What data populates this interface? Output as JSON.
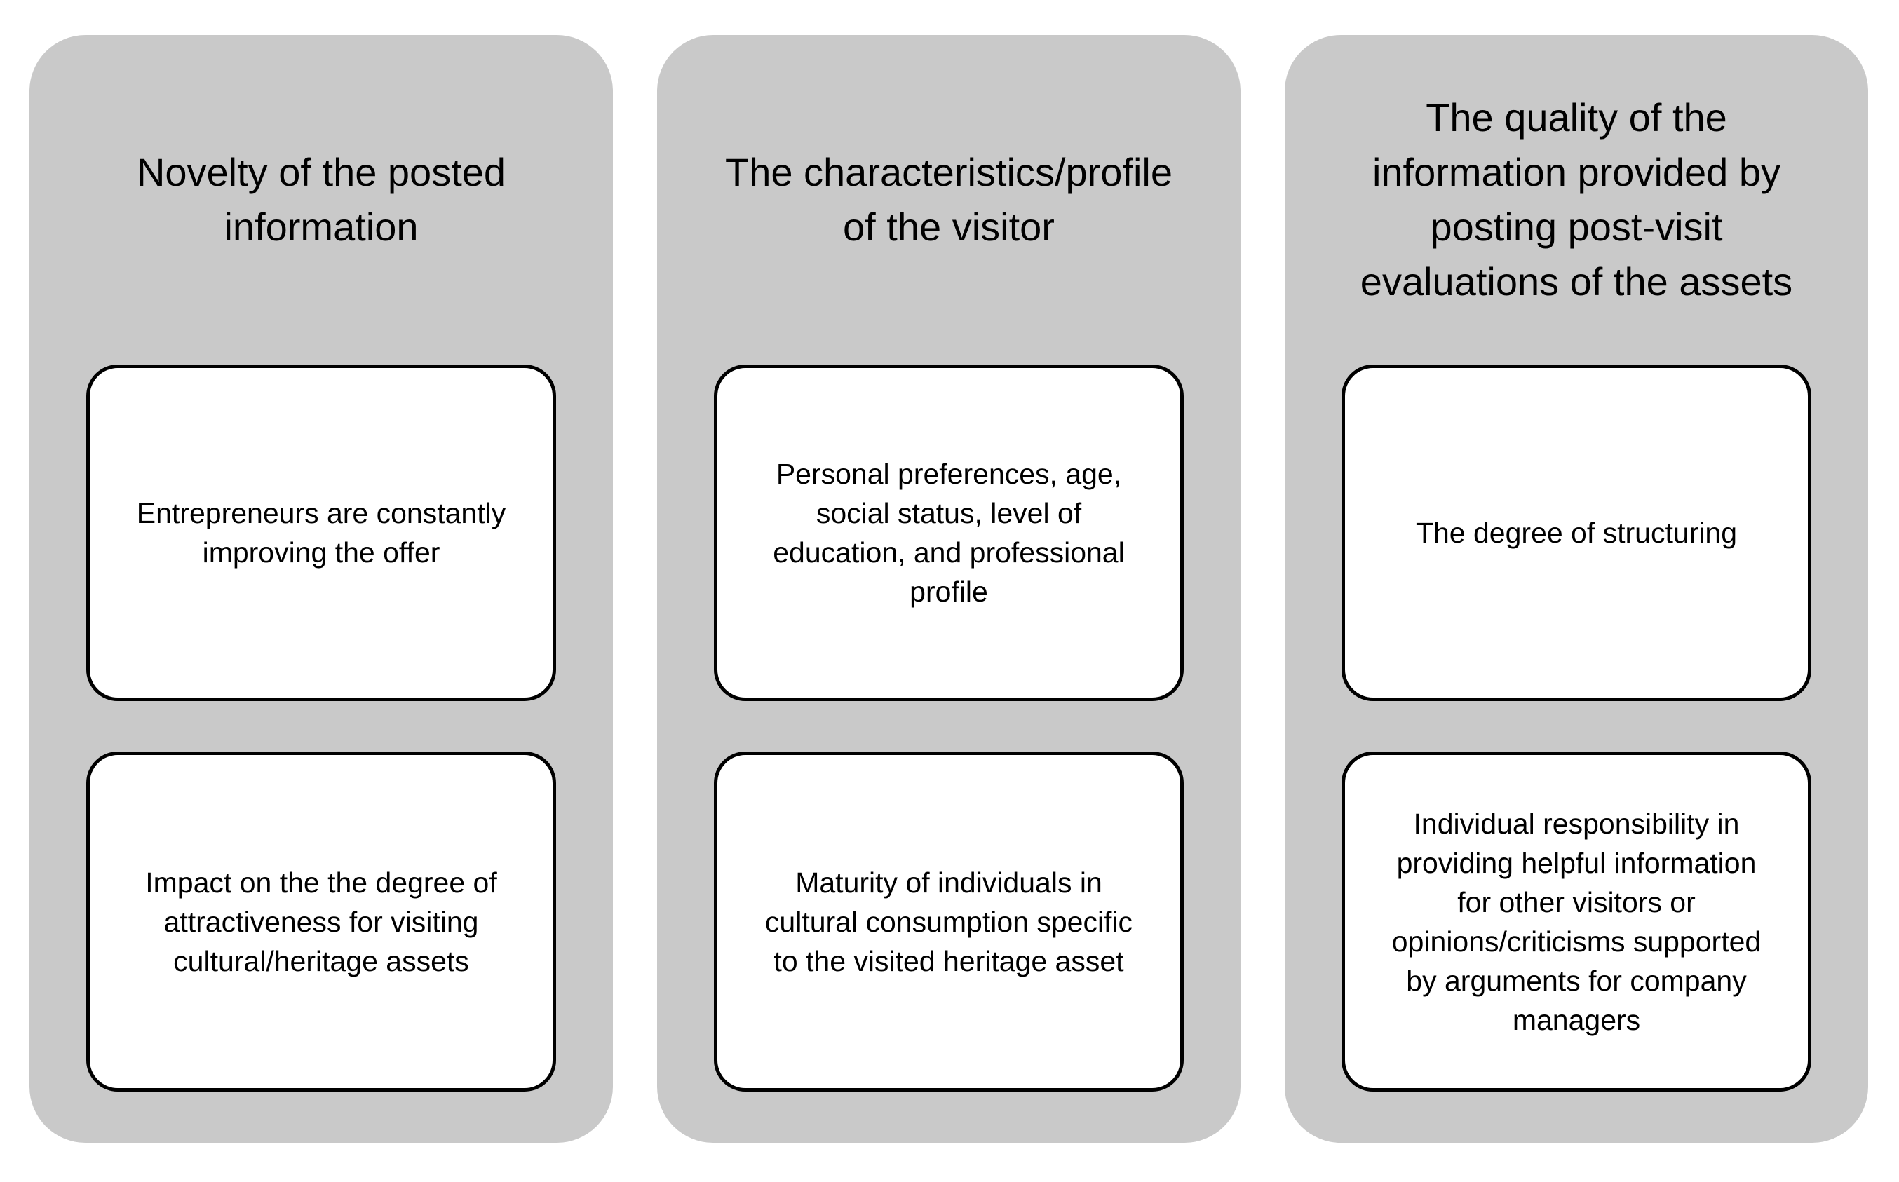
{
  "colors": {
    "page_background": "#ffffff",
    "column_background": "#c9c9c9",
    "box_background": "#ffffff",
    "box_border": "#000000",
    "text": "#000000"
  },
  "columns": [
    {
      "title": "Novelty of the posted\ninformation",
      "boxes": [
        "Entrepreneurs are constantly\nimproving the offer",
        "Impact on the the degree of\nattractiveness for visiting\ncultural/heritage assets"
      ]
    },
    {
      "title": "The characteristics/profile\nof the visitor",
      "boxes": [
        "Personal preferences, age,\nsocial status, level of\neducation, and professional\nprofile",
        "Maturity of individuals in\ncultural consumption specific\nto the visited heritage asset"
      ]
    },
    {
      "title": "The quality of the\ninformation provided by\nposting post-visit\nevaluations of the assets",
      "boxes": [
        "The degree of structuring",
        "Individual responsibility in\nproviding helpful information\nfor other visitors or\nopinions/criticisms supported\nby arguments for company\nmanagers"
      ]
    }
  ]
}
